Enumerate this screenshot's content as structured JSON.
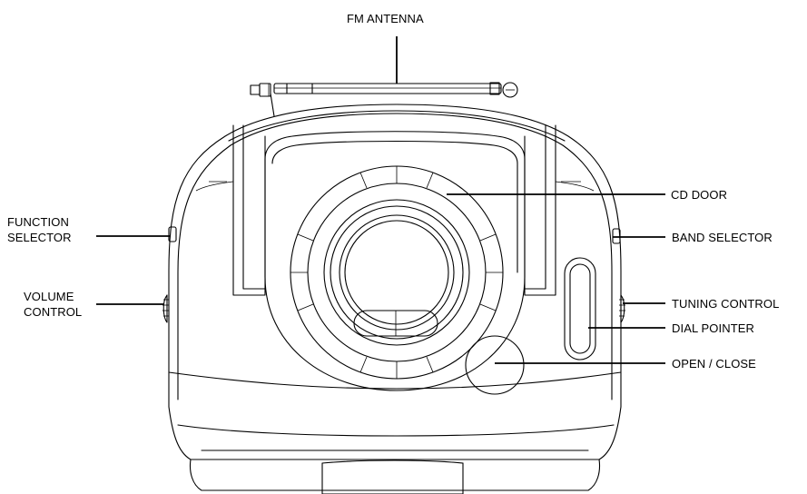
{
  "diagram": {
    "labels": {
      "fm_antenna": "FM ANTENNA",
      "cd_door": "CD DOOR",
      "function_selector": [
        "FUNCTION",
        "SELECTOR"
      ],
      "band_selector": "BAND SELECTOR",
      "volume_control": [
        "VOLUME",
        "CONTROL"
      ],
      "tuning_control": "TUNING CONTROL",
      "dial_pointer": "DIAL POINTER",
      "open_close": "OPEN / CLOSE"
    },
    "colors": {
      "line": "#000000",
      "background": "#ffffff"
    }
  }
}
